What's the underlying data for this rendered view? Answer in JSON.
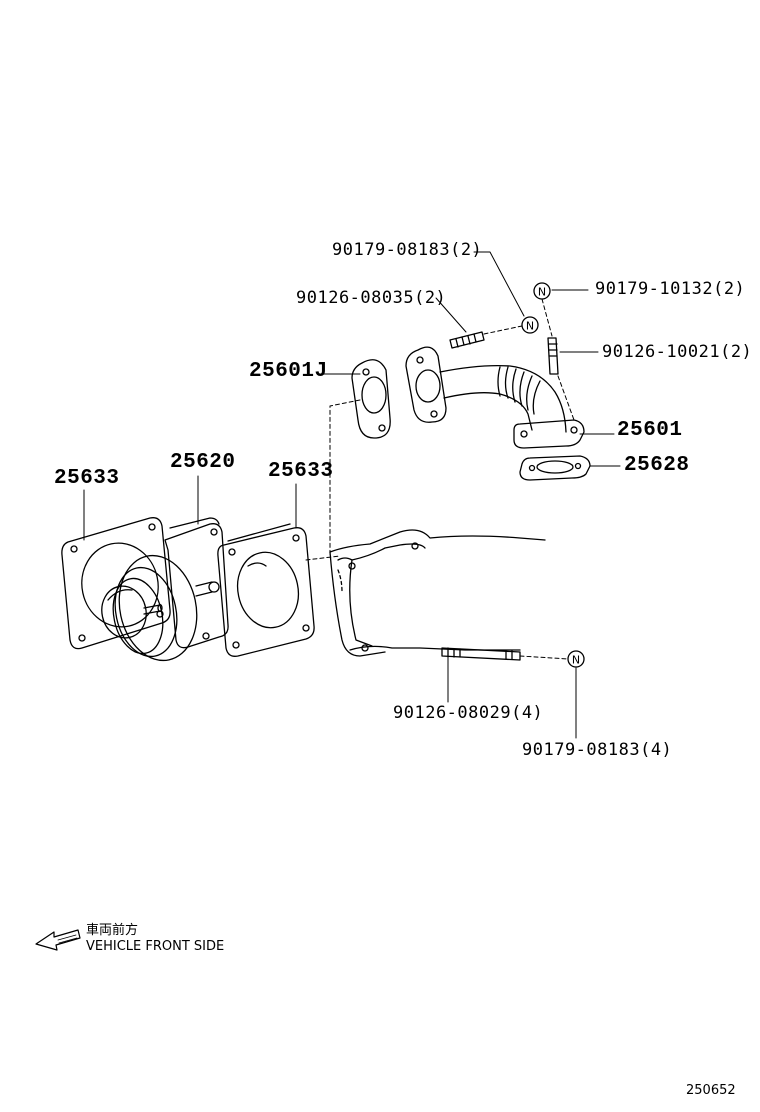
{
  "callouts": {
    "p90179_08183_2": "90179-08183(2)",
    "p90126_08035_2": "90126-08035(2)",
    "p90179_10132_2": "90179-10132(2)",
    "p90126_10021_2": "90126-10021(2)",
    "p25601J": "25601J",
    "p25601": "25601",
    "p25628": "25628",
    "p25633_left": "25633",
    "p25620": "25620",
    "p25633_mid": "25633",
    "p90126_08029_4": "90126-08029(4)",
    "p90179_08183_4": "90179-08183(4)"
  },
  "nut_symbol": "N",
  "front_indicator": {
    "jp": "車両前方",
    "en": "VEHICLE FRONT SIDE",
    "icon": "arrow-left-icon"
  },
  "document_number": "250652"
}
